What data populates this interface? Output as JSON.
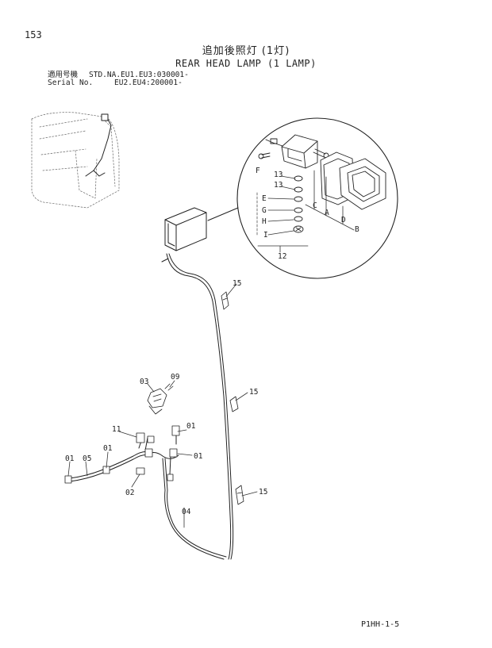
{
  "page_number": "153",
  "title_jp": "追加後照灯 (1灯)",
  "title_en": "REAR HEAD LAMP (1 LAMP)",
  "serial": {
    "label_jp": "適用号機",
    "label_en": "Serial No.",
    "line1": "STD.NA.EU1.EU3:030001-",
    "line2": "EU2.EU4:200001-"
  },
  "callouts": {
    "p13a": "13",
    "p13b": "13",
    "f": "F",
    "e": "E",
    "g": "G",
    "h": "H",
    "i": "I",
    "c": "C",
    "a": "A",
    "d": "D",
    "b": "B",
    "p12": "12",
    "p15a": "15",
    "p15b": "15",
    "p15c": "15",
    "p03": "03",
    "p09": "09",
    "p11": "11",
    "p01a": "01",
    "p01b": "01",
    "p01c": "01",
    "p01d": "01",
    "p05": "05",
    "p02": "02",
    "p04": "04"
  },
  "footer_code": "P1HH-1-5"
}
